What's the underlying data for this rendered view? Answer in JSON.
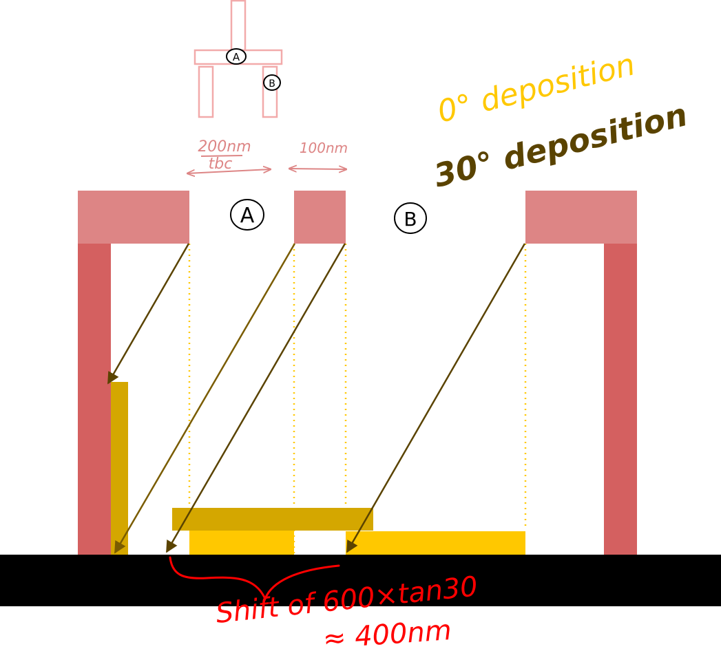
{
  "colors": {
    "resist_top": "#dd8585",
    "resist_wall": "#d46060",
    "deposit_0deg": "#ffc800",
    "deposit_30deg": "#d4a700",
    "arrow_30deg": "#5a4300",
    "arrow_30deg_light": "#7a5c00",
    "dotted_guide": "#ffc800",
    "substrate": "#000000",
    "annotation_red": "#ff0000",
    "dimension_pink": "#dd8585",
    "label_black": "#000000",
    "legend_0deg": "#ffc800",
    "legend_30deg": "#5a4300"
  },
  "labels": {
    "opening_a": "A",
    "opening_b": "B",
    "inset_a": "A",
    "inset_b": "B",
    "dim_left_line1": "200nm",
    "dim_left_line2": "tbc",
    "dim_right": "100nm",
    "legend_0deg": "0° deposition",
    "legend_30deg": "30° deposition",
    "shift_line1": "Shift of 600×tan30",
    "shift_line2": "≈ 400nm"
  }
}
